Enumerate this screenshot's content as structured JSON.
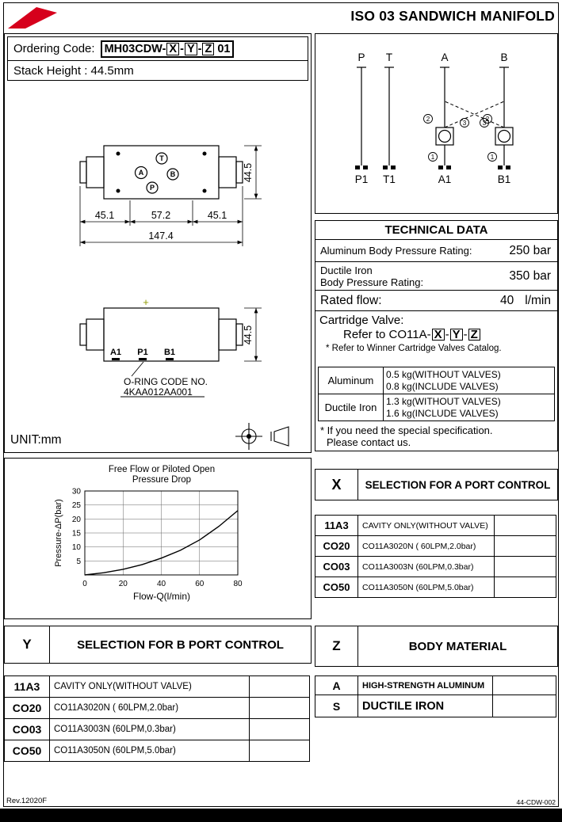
{
  "page": {
    "title": "ISO 03 SANDWICH MANIFOLD",
    "unit": "UNIT:mm",
    "rev": "Rev.12020F",
    "doc_code": "44-CDW-002"
  },
  "ordering": {
    "label": "Ordering Code:",
    "prefix": "MH03CDW-",
    "x": "X",
    "y": "Y",
    "z": "Z",
    "sep": "-",
    "suffix": "01",
    "stack_height": "Stack Height : 44.5mm"
  },
  "schematic": {
    "top_ports": [
      "P",
      "T",
      "A",
      "B"
    ],
    "bottom_ports": [
      "P1",
      "T1",
      "A1",
      "B1"
    ],
    "c1": "1",
    "c2": "2",
    "c3": "3"
  },
  "drawing": {
    "dim_left": "45.1",
    "dim_center": "57.2",
    "dim_right": "45.1",
    "dim_overall": "147.4",
    "dim_height_top": "44.5",
    "dim_height_front": "44.5",
    "center_mark": "+",
    "top_ports": {
      "t": "T",
      "a": "A",
      "p": "P",
      "b": "B"
    },
    "front_ports": {
      "a1": "A1",
      "p1": "P1",
      "b1": "B1"
    },
    "oring_line1": "O-RING CODE NO.",
    "oring_line2": "4KAA012AA001"
  },
  "technical": {
    "title": "TECHNICAL DATA",
    "aluminum_rating_label": "Aluminum Body Pressure Rating:",
    "aluminum_rating_value": "250 bar",
    "ductile_rating_label_1": "Ductile Iron",
    "ductile_rating_label_2": "Body Pressure Rating:",
    "ductile_rating_value": "350 bar",
    "rated_flow_label": "Rated flow:",
    "rated_flow_value": "40",
    "rated_flow_unit": "l/min",
    "cartridge_label": "Cartridge Valve:",
    "cartridge_prefix": "Refer to CO11A-",
    "cartridge_x": "X",
    "cartridge_y": "Y",
    "cartridge_z": "Z",
    "cartridge_sep": "-",
    "cartridge_note": "* Refer to Winner Cartridge Valves Catalog.",
    "weights": [
      {
        "material": "Aluminum",
        "line1": "0.5 kg(WITHOUT VALVES)",
        "line2": "0.8 kg(INCLUDE VALVES)"
      },
      {
        "material": "Ductile Iron",
        "line1": "1.3 kg(WITHOUT VALVES)",
        "line2": "1.6 kg(INCLUDE VALVES)"
      }
    ],
    "note_line1": "* If you need the special specification.",
    "note_line2": "Please contact us."
  },
  "chart_data": {
    "type": "line",
    "title_line1": "Free Flow or Piloted Open",
    "title_line2": "Pressure Drop",
    "xlabel": "Flow-Q(l/min)",
    "ylabel": "Pressure-ΔP(bar)",
    "xlim": [
      0,
      80
    ],
    "ylim": [
      0,
      30
    ],
    "xticks": [
      0,
      20,
      40,
      60,
      80
    ],
    "yticks": [
      5,
      10,
      15,
      20,
      25,
      30
    ],
    "grid": true,
    "legend": "none",
    "x": [
      0,
      10,
      20,
      30,
      40,
      50,
      60,
      70,
      80
    ],
    "y": [
      0,
      0.8,
      2,
      3.7,
      6,
      8.8,
      12.5,
      17.3,
      23
    ]
  },
  "table_x": {
    "code": "X",
    "title": "SELECTION FOR A PORT CONTROL",
    "rows": [
      {
        "code": "11A3",
        "desc": "CAVITY ONLY(WITHOUT VALVE)"
      },
      {
        "code": "CO20",
        "desc": "CO11A3020N ( 60LPM,2.0bar)"
      },
      {
        "code": "CO03",
        "desc": "CO11A3003N (60LPM,0.3bar)"
      },
      {
        "code": "CO50",
        "desc": "CO11A3050N (60LPM,5.0bar)"
      }
    ]
  },
  "table_y": {
    "code": "Y",
    "title": "SELECTION FOR B PORT CONTROL",
    "rows": [
      {
        "code": "11A3",
        "desc": "CAVITY ONLY(WITHOUT VALVE)"
      },
      {
        "code": "CO20",
        "desc": "CO11A3020N ( 60LPM,2.0bar)"
      },
      {
        "code": "CO03",
        "desc": "CO11A3003N (60LPM,0.3bar)"
      },
      {
        "code": "CO50",
        "desc": "CO11A3050N (60LPM,5.0bar)"
      }
    ]
  },
  "table_z": {
    "code": "Z",
    "title": "BODY MATERIAL",
    "rows": [
      {
        "code": "A",
        "desc": "HIGH-STRENGTH ALUMINUM"
      },
      {
        "code": "S",
        "desc": "DUCTILE IRON"
      }
    ]
  }
}
